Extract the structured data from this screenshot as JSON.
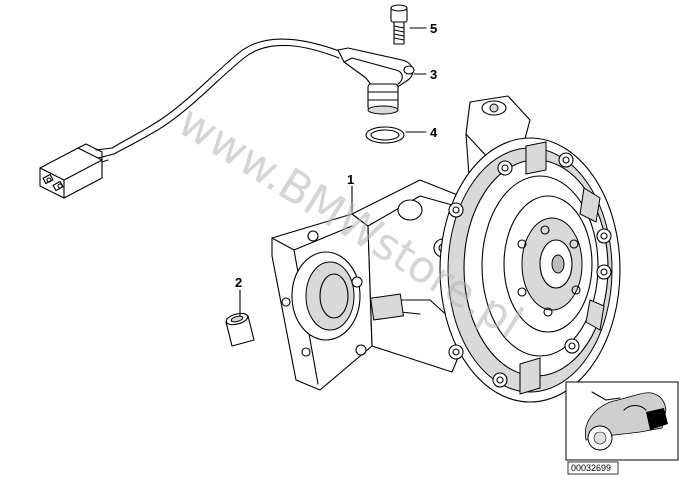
{
  "callouts": [
    {
      "id": "1",
      "label": "1"
    },
    {
      "id": "2",
      "label": "2"
    },
    {
      "id": "3",
      "label": "3"
    },
    {
      "id": "4",
      "label": "4"
    },
    {
      "id": "5",
      "label": "5"
    }
  ],
  "watermark": "www.BMWstore.pl",
  "part_number": "00032699"
}
